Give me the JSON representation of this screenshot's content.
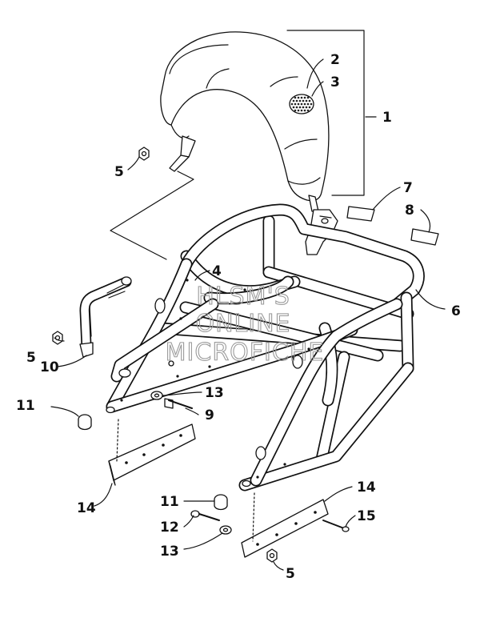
{
  "diagram": {
    "watermark": [
      "HLSM'S",
      "ONLINE",
      "MICROFICHE"
    ],
    "callouts": [
      {
        "id": "1",
        "label": "1"
      },
      {
        "id": "2",
        "label": "2"
      },
      {
        "id": "3",
        "label": "3"
      },
      {
        "id": "4",
        "label": "4"
      },
      {
        "id": "5a",
        "label": "5"
      },
      {
        "id": "5b",
        "label": "5"
      },
      {
        "id": "5c",
        "label": "5"
      },
      {
        "id": "6",
        "label": "6"
      },
      {
        "id": "7",
        "label": "7"
      },
      {
        "id": "8",
        "label": "8"
      },
      {
        "id": "9",
        "label": "9"
      },
      {
        "id": "10",
        "label": "10"
      },
      {
        "id": "11a",
        "label": "11"
      },
      {
        "id": "11b",
        "label": "11"
      },
      {
        "id": "12",
        "label": "12"
      },
      {
        "id": "13a",
        "label": "13"
      },
      {
        "id": "13b",
        "label": "13"
      },
      {
        "id": "14a",
        "label": "14"
      },
      {
        "id": "14b",
        "label": "14"
      },
      {
        "id": "15",
        "label": "15"
      }
    ]
  }
}
